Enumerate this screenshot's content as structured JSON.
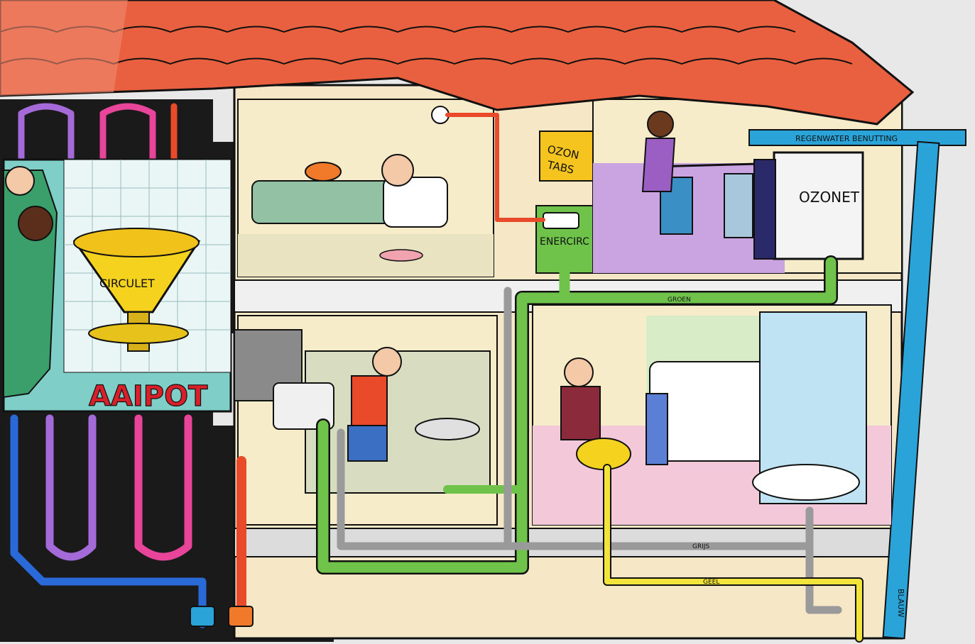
{
  "labels": {
    "circulet": "CIRCULET",
    "aaipot": "AAIPOT",
    "ozon_tabs_1": "OZON",
    "ozon_tabs_2": "TABS",
    "enercirc": "ENERCIRC",
    "ozonet": "OZONET",
    "regenwater": "REGENWATER BENUTTING",
    "groen": "GROEN",
    "grijs": "GRIJS",
    "geel": "GEEL",
    "blauw": "BLAUW"
  },
  "colors": {
    "roof_tile": "#e8603f",
    "roof_tile_light": "#f08a72",
    "wall_cream": "#f6e7c6",
    "ground_dark": "#1a1a1a",
    "pipe_green": "#6fc24a",
    "pipe_grey": "#9a9a9a",
    "pipe_yellow": "#f2e43a",
    "pipe_blue": "#2aa4d8",
    "pipe_red": "#e84a2a",
    "pipe_purple": "#a46ad8",
    "pipe_pink": "#e8449a",
    "panel_teal": "#7fcfc8",
    "funnel_yellow": "#f5d21e",
    "ozonet_white": "#f4f4f4",
    "floor_pink": "#f3c8d8",
    "shower_blue": "#bfe3f2",
    "bedroom_floor": "#e9e3c2",
    "wardrobe_floor": "#c9a4e0"
  }
}
